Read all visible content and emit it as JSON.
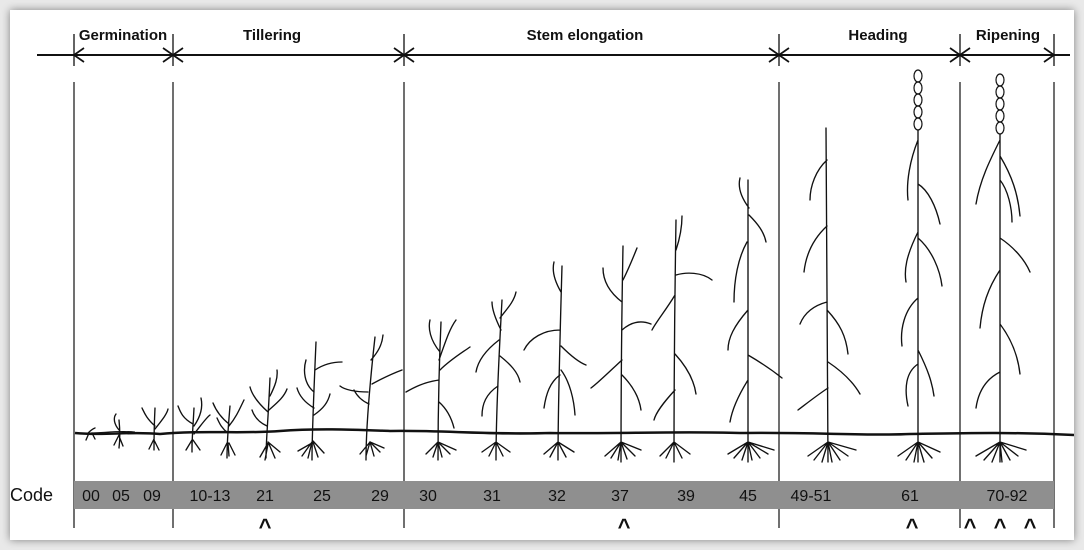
{
  "stages": [
    {
      "label": "Germination"
    },
    {
      "label": "Tillering"
    },
    {
      "label": "Stem elongation"
    },
    {
      "label": "Heading"
    },
    {
      "label": "Ripening"
    }
  ],
  "code_label": "Code",
  "codes": [
    "00",
    "05",
    "09",
    "10-13",
    "21",
    "25",
    "29",
    "30",
    "31",
    "32",
    "37",
    "39",
    "45",
    "49-51",
    "61",
    "70-92"
  ],
  "markers": [
    "^",
    "^",
    "^",
    "^",
    "^",
    "^"
  ],
  "colors": {
    "code_bar": "#8f8f8f",
    "line": "#111111"
  }
}
